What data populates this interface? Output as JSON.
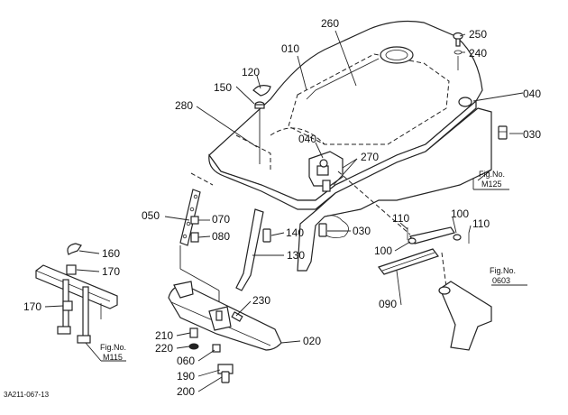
{
  "parts": [
    {
      "id": "p-250",
      "label": "250"
    },
    {
      "id": "p-240",
      "label": "240"
    },
    {
      "id": "p-260",
      "label": "260"
    },
    {
      "id": "p-010",
      "label": "010"
    },
    {
      "id": "p-120",
      "label": "120"
    },
    {
      "id": "p-150",
      "label": "150"
    },
    {
      "id": "p-040a",
      "label": "040"
    },
    {
      "id": "p-280",
      "label": "280"
    },
    {
      "id": "p-030a",
      "label": "030"
    },
    {
      "id": "p-040b",
      "label": "040"
    },
    {
      "id": "p-270",
      "label": "270"
    },
    {
      "id": "p-050",
      "label": "050"
    },
    {
      "id": "p-070",
      "label": "070"
    },
    {
      "id": "p-080",
      "label": "080"
    },
    {
      "id": "p-140",
      "label": "140"
    },
    {
      "id": "p-030b",
      "label": "030"
    },
    {
      "id": "p-110a",
      "label": "110"
    },
    {
      "id": "p-100a",
      "label": "100"
    },
    {
      "id": "p-110b",
      "label": "110"
    },
    {
      "id": "p-160",
      "label": "160"
    },
    {
      "id": "p-130",
      "label": "130"
    },
    {
      "id": "p-100b",
      "label": "100"
    },
    {
      "id": "p-170a",
      "label": "170"
    },
    {
      "id": "p-230",
      "label": "230"
    },
    {
      "id": "p-090",
      "label": "090"
    },
    {
      "id": "p-170b",
      "label": "170"
    },
    {
      "id": "p-210",
      "label": "210"
    },
    {
      "id": "p-020",
      "label": "020"
    },
    {
      "id": "p-220",
      "label": "220"
    },
    {
      "id": "p-060",
      "label": "060"
    },
    {
      "id": "p-190",
      "label": "190"
    },
    {
      "id": "p-200",
      "label": "200"
    }
  ],
  "figure_refs": [
    {
      "id": "fig-m125",
      "line1": "Fig.No.",
      "line2": "M125"
    },
    {
      "id": "fig-0603",
      "line1": "Fig.No.",
      "line2": "0603"
    },
    {
      "id": "fig-m115",
      "line1": "Fig.No.",
      "line2": "M115"
    }
  ],
  "drawing_id": "3A211-067-13"
}
